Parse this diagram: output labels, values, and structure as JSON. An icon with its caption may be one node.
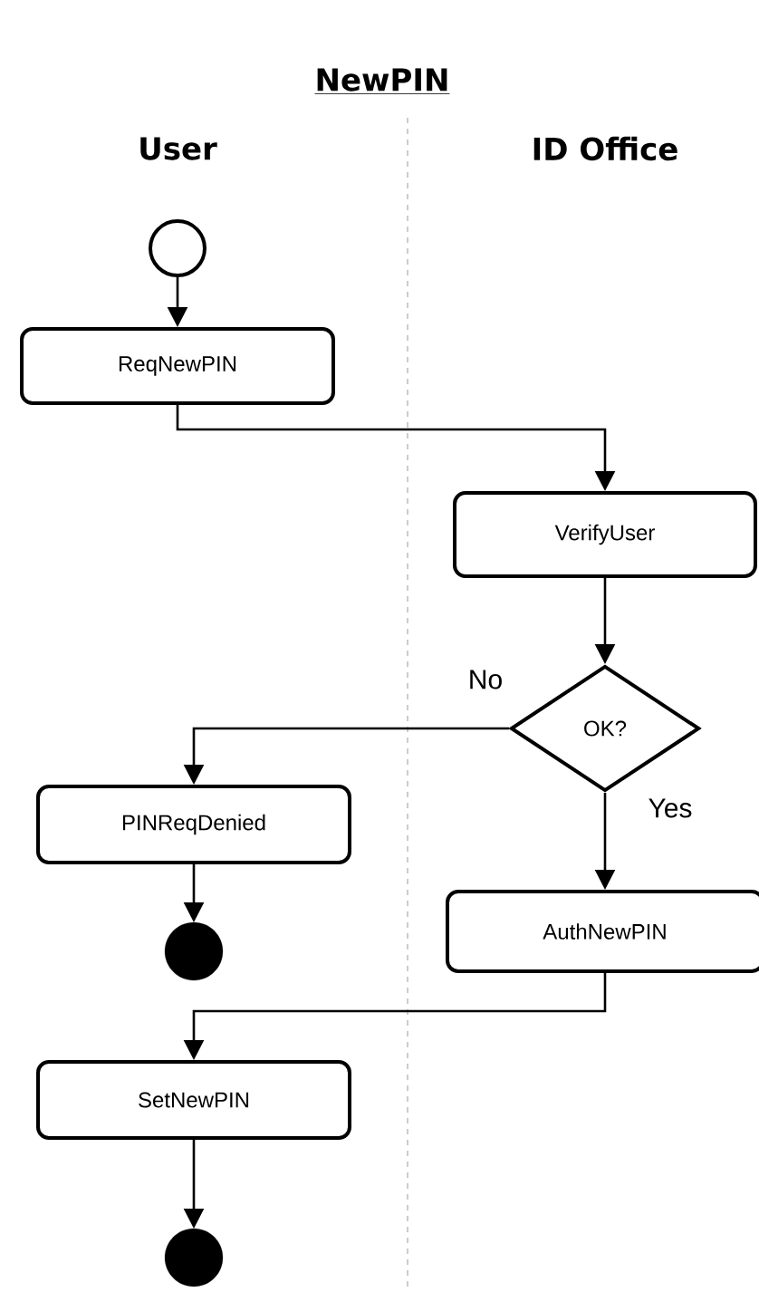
{
  "diagram": {
    "title": "NewPIN",
    "nodes": [
      {
        "text": [],
        "shape": "circle"
      },
      {
        "text": [
          "ReqNewPIN"
        ]
      },
      {
        "text": [
          "VerifyUser"
        ]
      },
      {
        "text": [
          "OK?"
        ]
      },
      {
        "text": [
          "PINReqDenied"
        ]
      },
      {
        "text": [],
        "shape": "circle"
      },
      {
        "text": [
          "AuthNewPIN"
        ]
      },
      {
        "text": [
          "SetNewPIN"
        ]
      },
      {
        "text": [],
        "shape": "circle"
      }
    ],
    "edges": [
      {
        "from": 0,
        "to": 1,
        "arrow": "to"
      },
      {
        "from": 1,
        "to": 2,
        "arrow": "to"
      },
      {
        "from": 2,
        "to": 3,
        "arrow": "to"
      },
      {
        "from": 3,
        "to": 4,
        "arrow": "to",
        "label": "No"
      },
      {
        "from": 3,
        "to": 6,
        "arrow": "to",
        "label": "Yes"
      },
      {
        "from": 4,
        "to": 5,
        "arrow": "to"
      },
      {
        "from": 6,
        "to": 7,
        "arrow": "to"
      },
      {
        "from": 7,
        "to": 8,
        "arrow": "to"
      }
    ],
    "labels": [
      "User",
      "ID Office"
    ]
  }
}
